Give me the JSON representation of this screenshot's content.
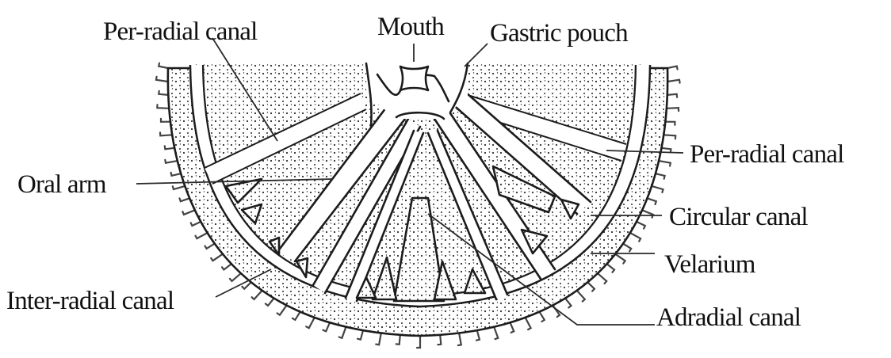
{
  "labels": {
    "mouth": "Mouth",
    "per_radial_top": "Per-radial canal",
    "gastric_pouch": "Gastric pouch",
    "per_radial_right": "Per-radial canal",
    "oral_arm": "Oral arm",
    "circular_canal": "Circular canal",
    "velarium": "Velarium",
    "inter_radial": "Inter-radial canal",
    "adradial": "Adradial canal"
  },
  "colors": {
    "ink": "#111111",
    "stipple": "#2a2a2a",
    "background": "#ffffff"
  }
}
